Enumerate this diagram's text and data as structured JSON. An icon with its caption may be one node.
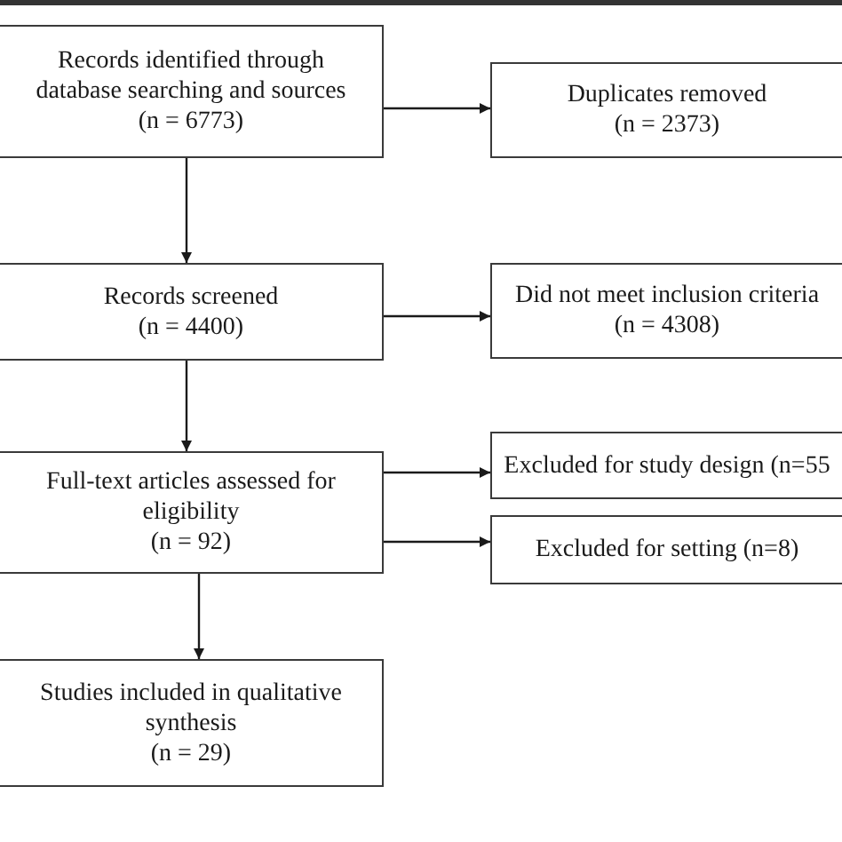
{
  "diagram": {
    "nodes": [
      {
        "text": [
          "Records identified through database searching and sources",
          "(n = 6773)"
        ]
      },
      {
        "text": [
          "Duplicates removed",
          "(n = 2373)"
        ]
      },
      {
        "text": [
          "Records screened",
          "(n = 4400)"
        ]
      },
      {
        "text": [
          "Did not meet inclusion criteria",
          "(n = 4308)"
        ]
      },
      {
        "text": [
          "Full-text articles assessed for eligibility",
          "(n = 92)"
        ]
      },
      {
        "text": [
          "Excluded for study design (n=55"
        ]
      },
      {
        "text": [
          "Excluded for setting (n=8)"
        ]
      },
      {
        "text": [
          "Studies included in qualitative synthesis",
          "(n = 29)"
        ]
      }
    ],
    "edges": [
      {
        "from": 0,
        "to": 1,
        "arrow": "to"
      },
      {
        "from": 0,
        "to": 2,
        "arrow": "to"
      },
      {
        "from": 2,
        "to": 3,
        "arrow": "to"
      },
      {
        "from": 2,
        "to": 4,
        "arrow": "to"
      },
      {
        "from": 4,
        "to": 5,
        "arrow": "to"
      },
      {
        "from": 4,
        "to": 6,
        "arrow": "to"
      },
      {
        "from": 4,
        "to": 7,
        "arrow": "to"
      }
    ]
  }
}
